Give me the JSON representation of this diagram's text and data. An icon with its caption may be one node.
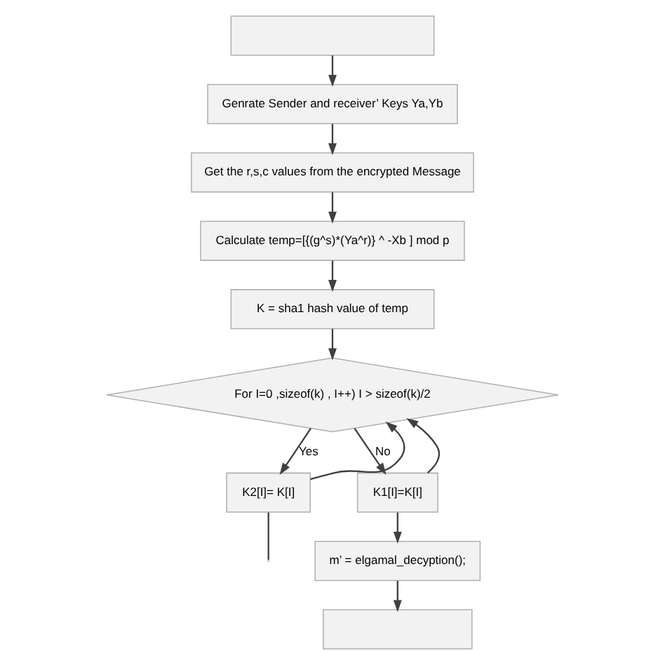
{
  "diagram": {
    "nodes": [
      {
        "text": [],
        "shape": "box"
      },
      {
        "text": [
          "Genrate Sender and receiver’ Keys Ya,Yb"
        ]
      },
      {
        "text": [
          "Get the r,s,c values from the encrypted Message"
        ]
      },
      {
        "text": [
          "Calculate temp=[{(g^s)*(Ya^r)} ^ -Xb ] mod p"
        ]
      },
      {
        "text": [
          "K = sha1 hash value of temp"
        ]
      },
      {
        "text": [
          "For I=0 ,sizeof(k) , I++) I > sizeof(k)/2"
        ]
      },
      {
        "text": [
          "K2[I]= K[I]"
        ]
      },
      {
        "text": [
          "K1[I]=K[I]"
        ]
      },
      {
        "text": [
          "m’ = elgamal_decyption();"
        ]
      },
      {
        "text": [],
        "shape": "box"
      }
    ],
    "edges": [
      {
        "from": 0,
        "to": 1,
        "arrow": "to"
      },
      {
        "from": 1,
        "to": 2,
        "arrow": "to"
      },
      {
        "from": 2,
        "to": 3,
        "arrow": "to"
      },
      {
        "from": 3,
        "to": 4,
        "arrow": "to"
      },
      {
        "from": 4,
        "to": 5,
        "arrow": "to"
      },
      {
        "from": 5,
        "to": 6,
        "arrow": "to",
        "label": "Yes"
      },
      {
        "from": 5,
        "to": 7,
        "arrow": "to",
        "label": "No"
      },
      {
        "from": 6,
        "to": 5,
        "arrow": "to"
      },
      {
        "from": 7,
        "to": 5,
        "arrow": "to"
      },
      {
        "from": 7,
        "to": 8,
        "arrow": "to"
      },
      {
        "from": 8,
        "to": 9,
        "arrow": "to"
      },
      {
        "from": 6,
        "to": null,
        "arrow": "none"
      }
    ]
  }
}
